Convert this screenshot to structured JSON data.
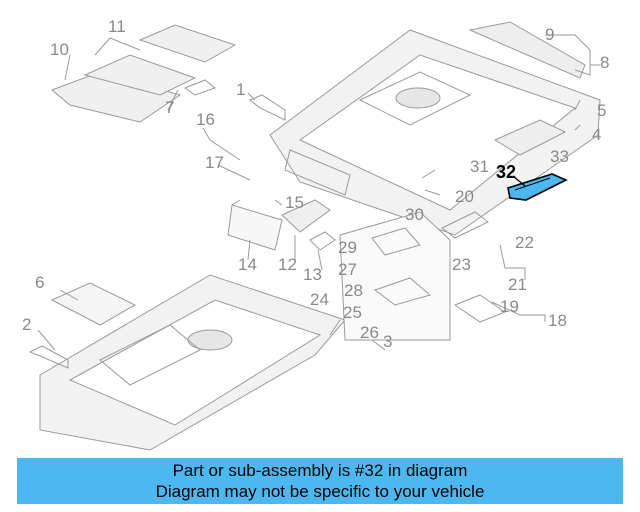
{
  "callouts": [
    "1",
    "2",
    "3",
    "4",
    "5",
    "6",
    "7",
    "8",
    "9",
    "10",
    "11",
    "12",
    "13",
    "14",
    "15",
    "16",
    "17",
    "18",
    "19",
    "20",
    "21",
    "22",
    "23",
    "24",
    "25",
    "26",
    "27",
    "28",
    "29",
    "30",
    "31",
    "32",
    "33"
  ],
  "highlighted_part": "32",
  "highlight_color": "#4db8f0",
  "banner": {
    "line1": "Part or sub-assembly is #32 in diagram",
    "line2": "Diagram may not be specific to your vehicle",
    "background": "#4db8f0"
  }
}
